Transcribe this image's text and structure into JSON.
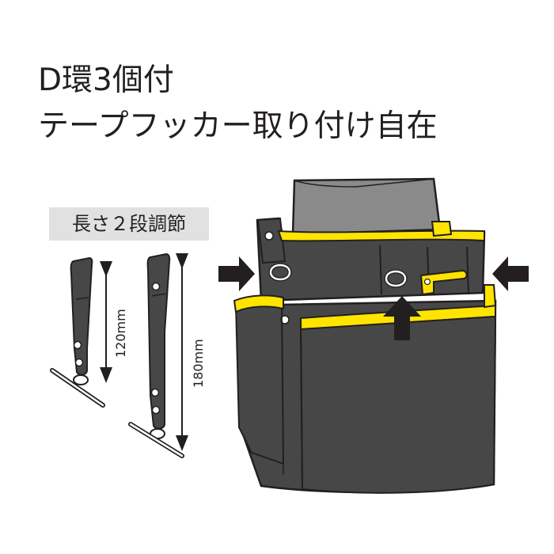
{
  "headline": {
    "line1": "D環3個付",
    "line2": "テープフッカー取り付け自在"
  },
  "length_label": "長さ２段調節",
  "short_strap": {
    "length_text": "120mm"
  },
  "long_strap": {
    "length_text": "180mm"
  },
  "colors": {
    "text": "#231f20",
    "label_bg": "#e1e1e1",
    "bag_body": "#474747",
    "bag_inner": "#8a8a8a",
    "trim": "#ffe400",
    "outline": "#231f20"
  },
  "icons": [
    "arrow-right-icon",
    "arrow-left-icon",
    "arrow-up-icon",
    "d-ring-icon"
  ]
}
